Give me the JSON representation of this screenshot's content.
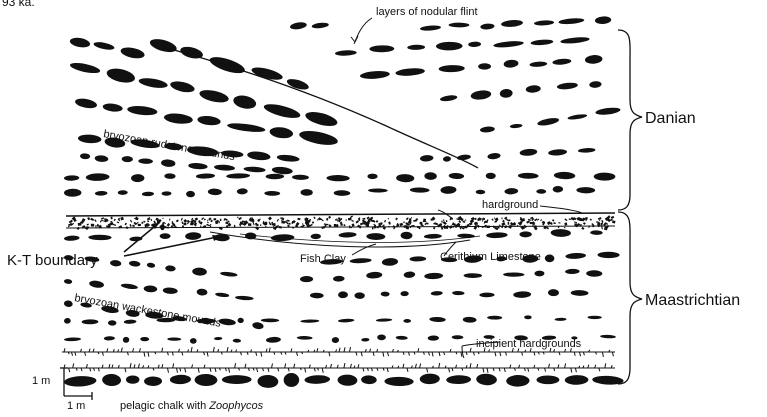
{
  "top_caption": "93 ka.",
  "labels": {
    "flint": "layers of nodular flint",
    "rudstone": "bryozoan rudstone mounds",
    "hardground": "hardground",
    "kt_boundary": "K-T boundary",
    "fish_clay": "Fish Clay",
    "cerithium": "Cerithium Limestone",
    "wackestone": "bryozoan wackestone mounds",
    "incipient": "incipient hardgrounds",
    "danian": "Danian",
    "maastrichtian": "Maastrichtian",
    "scale_vertical": "1 m",
    "scale_horizontal": "1 m",
    "caption_prefix": "pelagic chalk with ",
    "caption_italic": "Zoophycos"
  },
  "colors": {
    "ink": "#111111",
    "background": "#ffffff"
  }
}
